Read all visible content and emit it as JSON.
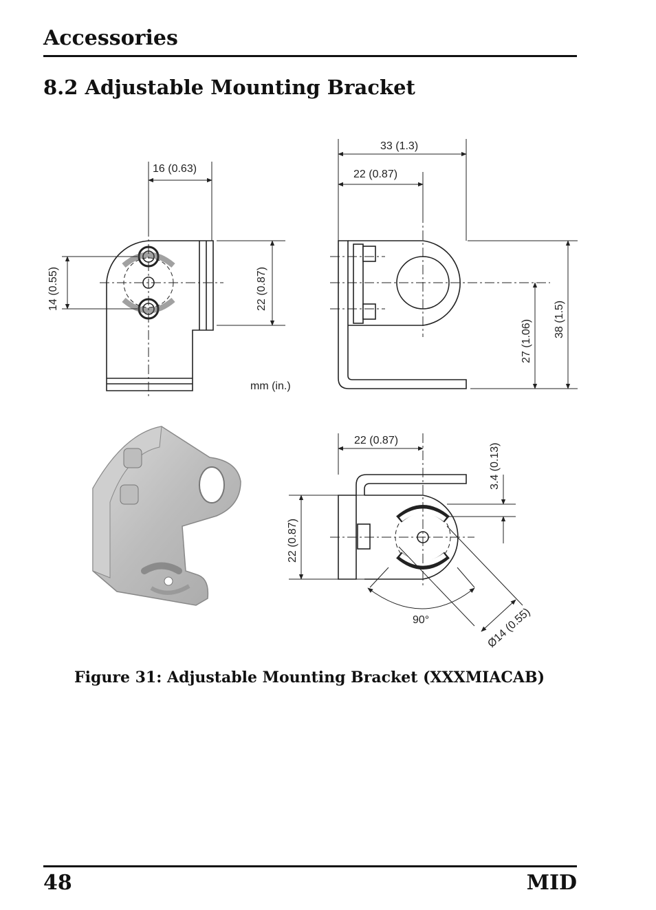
{
  "header": {
    "chapter": "Accessories"
  },
  "section": {
    "title": "8.2 Adjustable Mounting Bracket"
  },
  "figure": {
    "dimensions": {
      "top_left_width": "16 (0.63)",
      "top_left_slot_height": "14 (0.55)",
      "top_left_height": "22 (0.87)",
      "top_right_total_width": "33 (1.3)",
      "top_right_hole_offset": "22 (0.87)",
      "top_right_hole_height": "27 (1.06)",
      "top_right_total_height": "38 (1.5)",
      "units": "mm (in.)",
      "bottom_right_width": "22 (0.87)",
      "bottom_right_thickness": "3.4 (0.13)",
      "bottom_right_height": "22 (0.87)",
      "bottom_right_angle": "90°",
      "bottom_right_diameter": "Ø14 (0.55)"
    },
    "caption": "Figure 31: Adjustable Mounting Bracket (XXXMIACAB)"
  },
  "footer": {
    "page_number": "48",
    "product": "MID"
  }
}
